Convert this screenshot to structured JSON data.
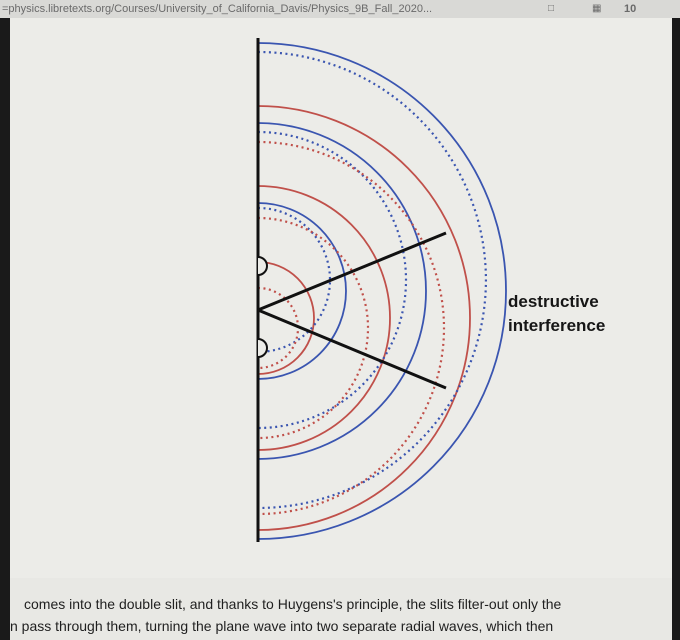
{
  "browser": {
    "url": "=physics.libretexts.org/Courses/University_of_California_Davis/Physics_9B_Fall_2020...",
    "reader_icon": "reader-view-icon",
    "extension_icon": "extension-icon",
    "tab_count": "10"
  },
  "figure": {
    "label_line1": "destructive",
    "label_line2": "interference",
    "colors": {
      "blue": "#3a55b0",
      "red": "#c0504a",
      "wall": "#111111"
    }
  },
  "content": {
    "line1": "comes into the double slit, and thanks to Huygens's principle, the slits filter-out only the",
    "line2": "n pass through them, turning the plane wave into two separate radial waves, which then"
  }
}
